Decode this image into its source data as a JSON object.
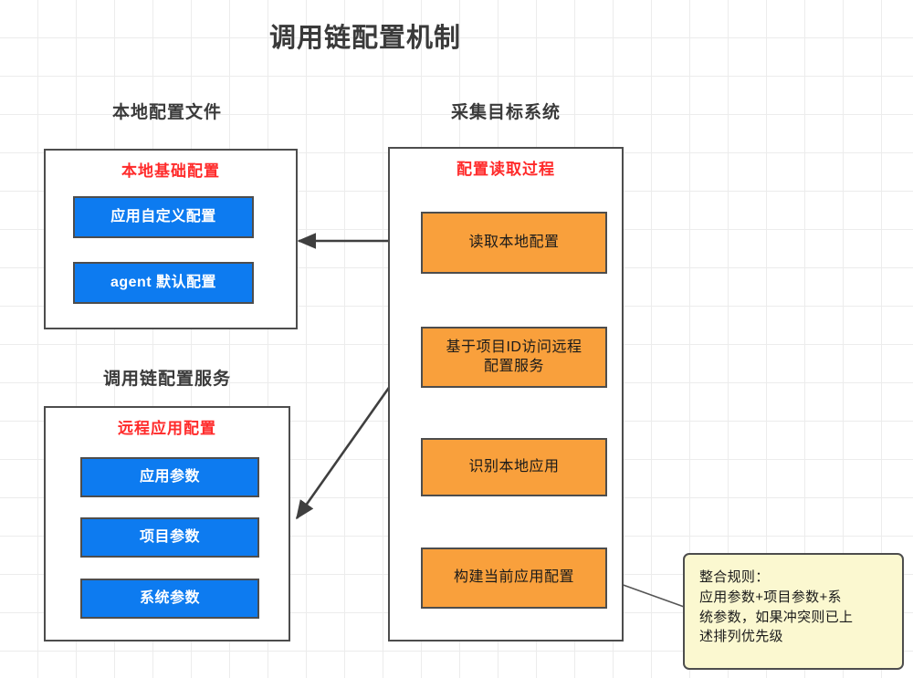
{
  "diagram": {
    "title": "调用链配置机制",
    "colors": {
      "blue_node": "#0d7bf0",
      "orange_node": "#f9a03c",
      "note_bg": "#fbf8d0",
      "label_red": "#ff2a2a",
      "border_gray": "#4d4d4d",
      "grid": "#ececec"
    }
  },
  "groups": {
    "local_config": {
      "title": "本地配置文件",
      "container_label": "本地基础配置",
      "nodes": [
        {
          "label": "应用自定义配置"
        },
        {
          "label": "agent 默认配置"
        }
      ]
    },
    "config_service": {
      "title": "调用链配置服务",
      "container_label": "远程应用配置",
      "nodes": [
        {
          "label": "应用参数"
        },
        {
          "label": "项目参数"
        },
        {
          "label": "系统参数"
        }
      ]
    },
    "target_system": {
      "title": "采集目标系统",
      "container_label": "配置读取过程",
      "nodes": [
        {
          "label": "读取本地配置"
        },
        {
          "label": "基于项目ID访问远程\n配置服务"
        },
        {
          "label": "识别本地应用"
        },
        {
          "label": "构建当前应用配置"
        }
      ]
    }
  },
  "note": {
    "text": "整合规则：\n应用参数+项目参数+系\n统参数，如果冲突则已上\n述排列优先级"
  }
}
